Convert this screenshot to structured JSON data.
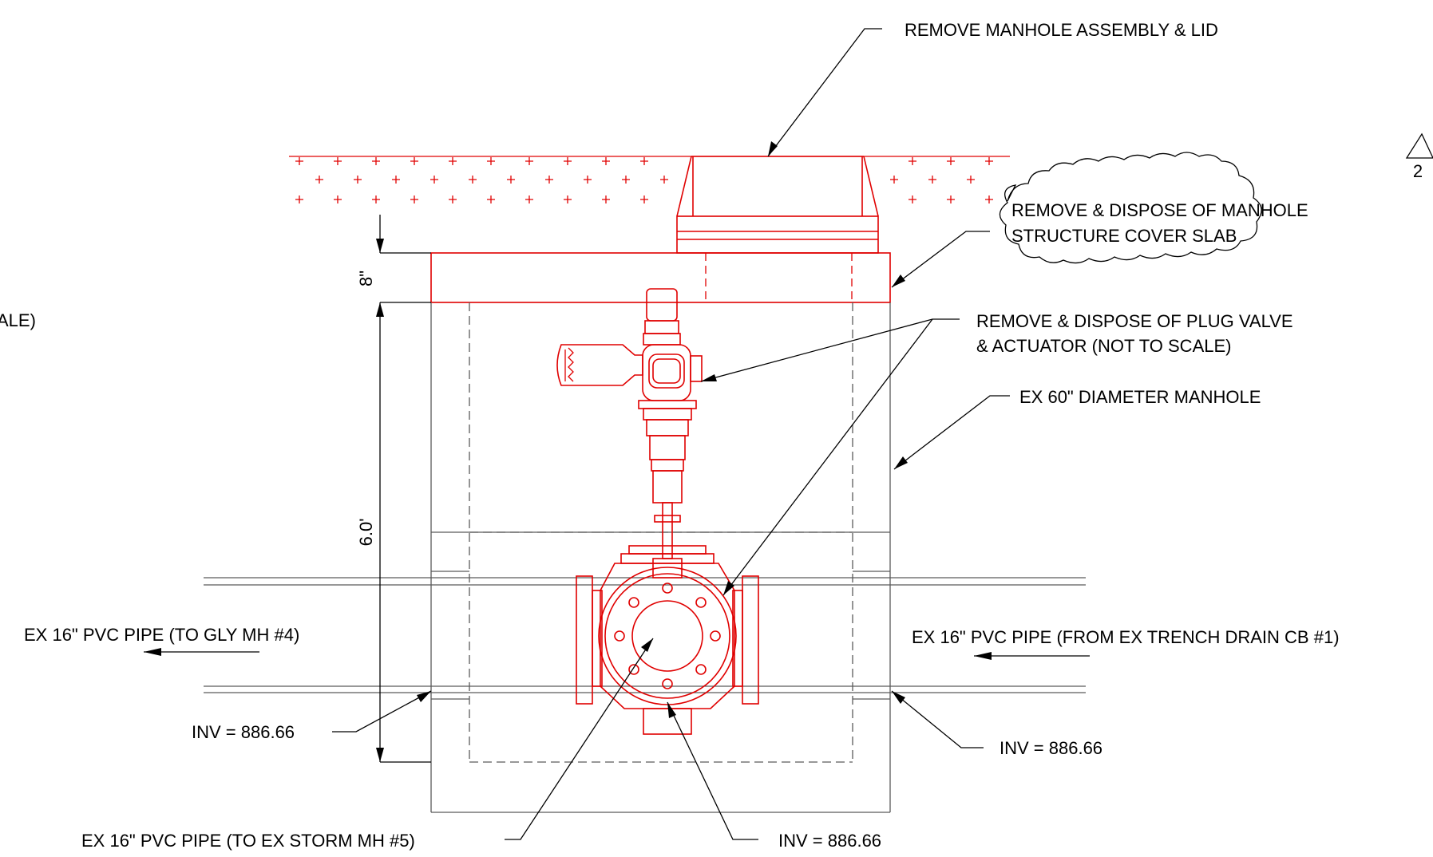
{
  "labels": {
    "remove_manhole": "REMOVE MANHOLE ASSEMBLY & LID",
    "cover_slab_1": "REMOVE & DISPOSE OF MANHOLE",
    "cover_slab_2": "STRUCTURE COVER SLAB",
    "plug_valve_1": "REMOVE & DISPOSE OF PLUG VALVE",
    "plug_valve_2": "& ACTUATOR (NOT TO SCALE)",
    "ex_manhole": "EX 60\" DIAMETER MANHOLE",
    "pipe_left": "EX 16\" PVC PIPE (TO GLY MH #4)",
    "pipe_right": "EX 16\" PVC PIPE (FROM EX TRENCH DRAIN CB #1)",
    "pipe_bottom": "EX 16\" PVC PIPE (TO EX STORM MH #5)",
    "inv_left": "INV = 886.66",
    "inv_right": "INV = 886.66",
    "inv_bottom": "INV = 886.66",
    "cut_text": "ALE)",
    "dim_slab": "8\"",
    "dim_depth": "6.0'",
    "revision": "2"
  },
  "colors": {
    "demolition": "#e00000",
    "existing": "#5a5a5a",
    "annotation": "#000000"
  }
}
